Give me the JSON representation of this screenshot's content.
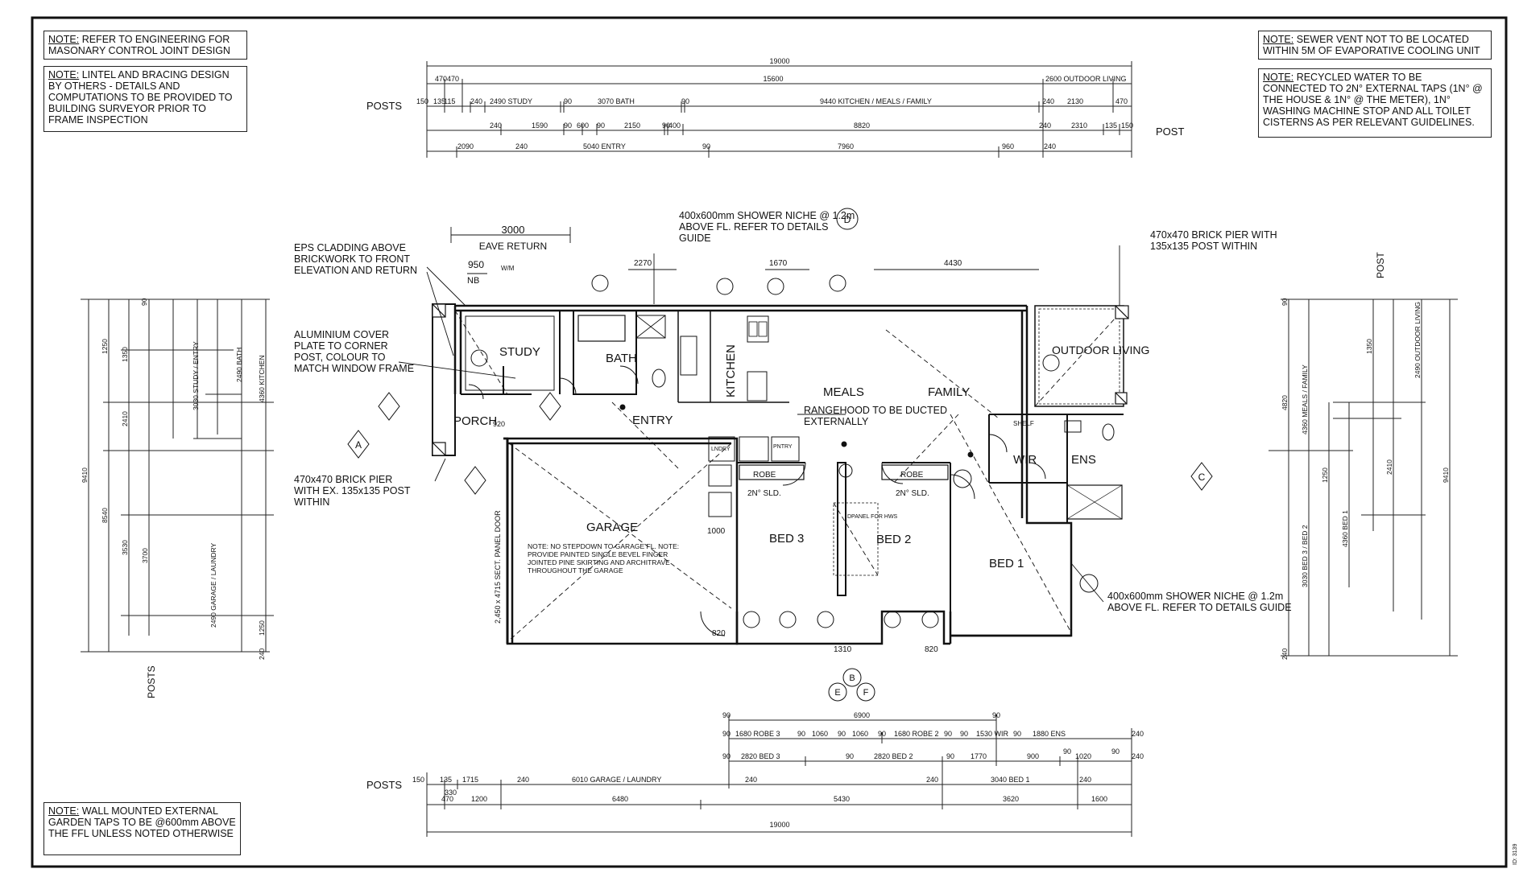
{
  "notes": {
    "tl1": {
      "head": "NOTE:",
      "body": "REFER TO ENGINEERING FOR MASONARY CONTROL JOINT DESIGN"
    },
    "tl2": {
      "head": "NOTE:",
      "body": "LINTEL AND BRACING DESIGN BY OTHERS - DETAILS AND COMPUTATIONS TO BE PROVIDED TO BUILDING SURVEYOR PRIOR TO FRAME INSPECTION"
    },
    "tr1": {
      "head": "NOTE:",
      "body": "SEWER VENT NOT TO BE LOCATED WITHIN 5M OF EVAPORATIVE COOLING UNIT"
    },
    "tr2": {
      "head": "NOTE:",
      "body": "RECYCLED WATER TO BE CONNECTED TO 2N° EXTERNAL TAPS (1N° @ THE HOUSE & 1N° @ THE METER), 1N° WASHING MACHINE STOP AND ALL TOILET CISTERNS AS PER RELEVANT GUIDELINES."
    },
    "bl": {
      "head": "NOTE:",
      "body": "WALL MOUNTED EXTERNAL GARDEN TAPS TO BE @600mm ABOVE THE FFL UNLESS NOTED OTHERWISE"
    }
  },
  "rooms": {
    "study": "STUDY",
    "bath": "BATH",
    "kitchen": "KITCHEN",
    "meals": "MEALS",
    "family": "FAMILY",
    "outdoor": "OUTDOOR LIVING",
    "porch": "PORCH",
    "entry": "ENTRY",
    "garage": "GARAGE",
    "bed3": "BED 3",
    "bed2": "BED 2",
    "bed1": "BED 1",
    "wir": "WIR",
    "ens": "ENS",
    "robe1": "ROBE",
    "robe2": "ROBE",
    "sld1": "2N° SLD.",
    "sld2": "2N° SLD.",
    "wm": "W/M",
    "nb": "NB",
    "laundry": "LNDRY",
    "pntry": "PNTRY",
    "shelf": "SHELF",
    "panel": "DPANEL FOR HWS"
  },
  "annotations": {
    "eps": "EPS CLADDING ABOVE BRICKWORK TO FRONT ELEVATION AND RETURN",
    "alum": "ALUMINIUM COVER PLATE TO CORNER POST, COLOUR TO MATCH WINDOW FRAME",
    "pier_left": "470x470 BRICK PIER WITH EX. 135x135 POST WITHIN",
    "pier_right": "470x470 BRICK PIER WITH 135x135 POST WITHIN",
    "niche_top": "400x600mm SHOWER NICHE @ 1.2m ABOVE FL. REFER TO DETAILS GUIDE",
    "niche_bottom": "400x600mm SHOWER NICHE @ 1.2m ABOVE FL. REFER TO DETAILS GUIDE",
    "rangehood": "RANGEHOOD TO BE DUCTED EXTERNALLY",
    "garage_note": "NOTE: NO STEPDOWN TO GARAGE FL. NOTE: PROVIDE PAINTED SINGLE BEVEL FINGER JOINTED PINE SKIRTING AND ARCHITRAVE THROUGHOUT THE GARAGE",
    "garage_door": "2,450 x 4715 SECT. PANEL DOOR",
    "eave_dim": "3000",
    "eave_label": "EAVE RETURN",
    "dim_950": "950"
  },
  "labels": {
    "posts_top": "POSTS",
    "post_top_right": "POST",
    "posts_bottom": "POSTS",
    "posts_left": "POSTS",
    "post_right": "POST"
  },
  "markers": {
    "A": "A",
    "B": "B",
    "C": "C",
    "D": "D",
    "E": "E",
    "F": "F"
  },
  "dims_top": {
    "overall": "19000",
    "row1": [
      "470",
      "470",
      "15600",
      "2600 OUTDOOR LIVING"
    ],
    "row2": [
      "150",
      "135",
      "115",
      "240",
      "2490 STUDY",
      "90",
      "3070 BATH",
      "90",
      "9440 KITCHEN / MEALS / FAMILY",
      "240",
      "2130",
      "470"
    ],
    "row3": [
      "240",
      "1590",
      "90",
      "600",
      "90",
      "2150",
      "90",
      "400",
      "8820",
      "240",
      "2310",
      "135",
      "150"
    ],
    "row4": [
      "2090",
      "240",
      "5040 ENTRY",
      "90",
      "7960",
      "960",
      "240"
    ]
  },
  "dims_plan_top": [
    "2270",
    "1670",
    "4430"
  ],
  "dims_bottom": {
    "row1": [
      "90",
      "6900",
      "90"
    ],
    "row2": [
      "90",
      "1680 ROBE 3",
      "90",
      "1060",
      "90",
      "1060",
      "90",
      "1680 ROBE 2",
      "90",
      "90",
      "1530 WIR",
      "90",
      "1880 ENS",
      "240"
    ],
    "row3": [
      "90",
      "2820 BED 3",
      "90",
      "2820 BED 2",
      "90",
      "1770",
      "900",
      "90",
      "1020",
      "90",
      "240"
    ],
    "row4": [
      "150",
      "135",
      "1715",
      "240",
      "6010 GARAGE / LAUNDRY",
      "240",
      "240",
      "3040 BED 1",
      "240"
    ],
    "row5": [
      "470",
      "330",
      "1200",
      "6480",
      "5430",
      "3620",
      "1600"
    ],
    "overall": "19000"
  },
  "dims_plan_bottom": [
    "1310",
    "820",
    "820",
    "1000"
  ],
  "dims_left": [
    "9410",
    "8540",
    "3700",
    "2490 GARAGE / LAUNDRY",
    "3030 STUDY / ENTRY",
    "2490 BATH",
    "4360 KITCHEN",
    "1350",
    "2410",
    "1250",
    "3530",
    "1250",
    "240",
    "90"
  ],
  "dims_right": [
    "4360 MEALS / FAMILY",
    "3030 BED 3 / BED 2",
    "4360 BED 1",
    "2490 OUTDOOR LIVING",
    "4820",
    "9410",
    "1350",
    "2410",
    "1250",
    "240",
    "90"
  ],
  "sheet_ref": "ID: 3139"
}
